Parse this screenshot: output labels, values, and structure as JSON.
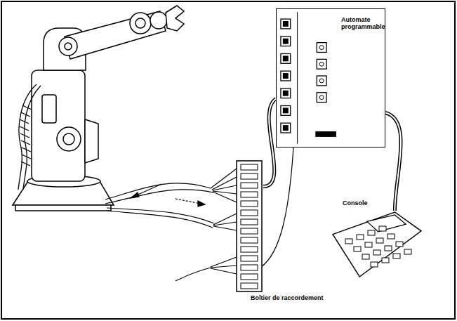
{
  "diagram": {
    "nodes": [
      {
        "text": [
          "Automate programmable"
        ]
      },
      {
        "text": [
          "Console"
        ]
      },
      {
        "text": [
          "Boîtier de raccordement"
        ]
      }
    ],
    "edges": [
      {
        "from": 2,
        "to": 0,
        "arrow": "none"
      },
      {
        "from": 0,
        "to": 1,
        "arrow": "none"
      }
    ]
  }
}
